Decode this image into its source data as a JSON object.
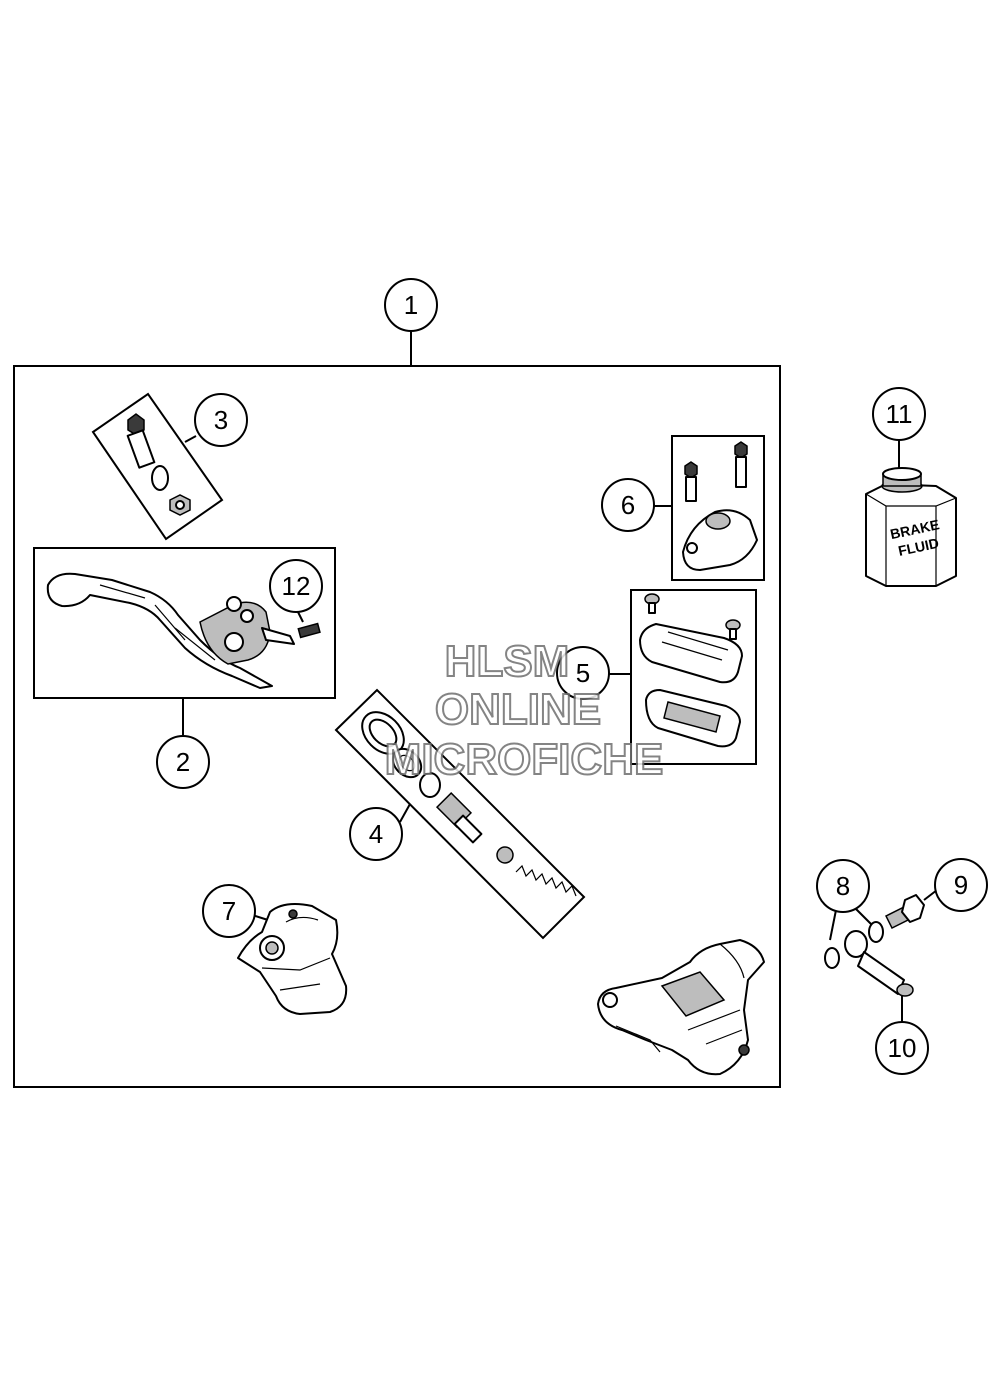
{
  "callouts": [
    {
      "id": "1",
      "label": "1"
    },
    {
      "id": "2",
      "label": "2"
    },
    {
      "id": "3",
      "label": "3"
    },
    {
      "id": "4",
      "label": "4"
    },
    {
      "id": "5",
      "label": "5"
    },
    {
      "id": "6",
      "label": "6"
    },
    {
      "id": "7",
      "label": "7"
    },
    {
      "id": "8",
      "label": "8"
    },
    {
      "id": "9",
      "label": "9"
    },
    {
      "id": "10",
      "label": "10"
    },
    {
      "id": "11",
      "label": "11"
    },
    {
      "id": "12",
      "label": "12"
    }
  ],
  "bottle_label": {
    "line1": "BRAKE",
    "line2": "FLUID"
  },
  "watermark": {
    "line1": "HLSM",
    "line2": "ONLINE",
    "line3": "MICROFICHE"
  }
}
